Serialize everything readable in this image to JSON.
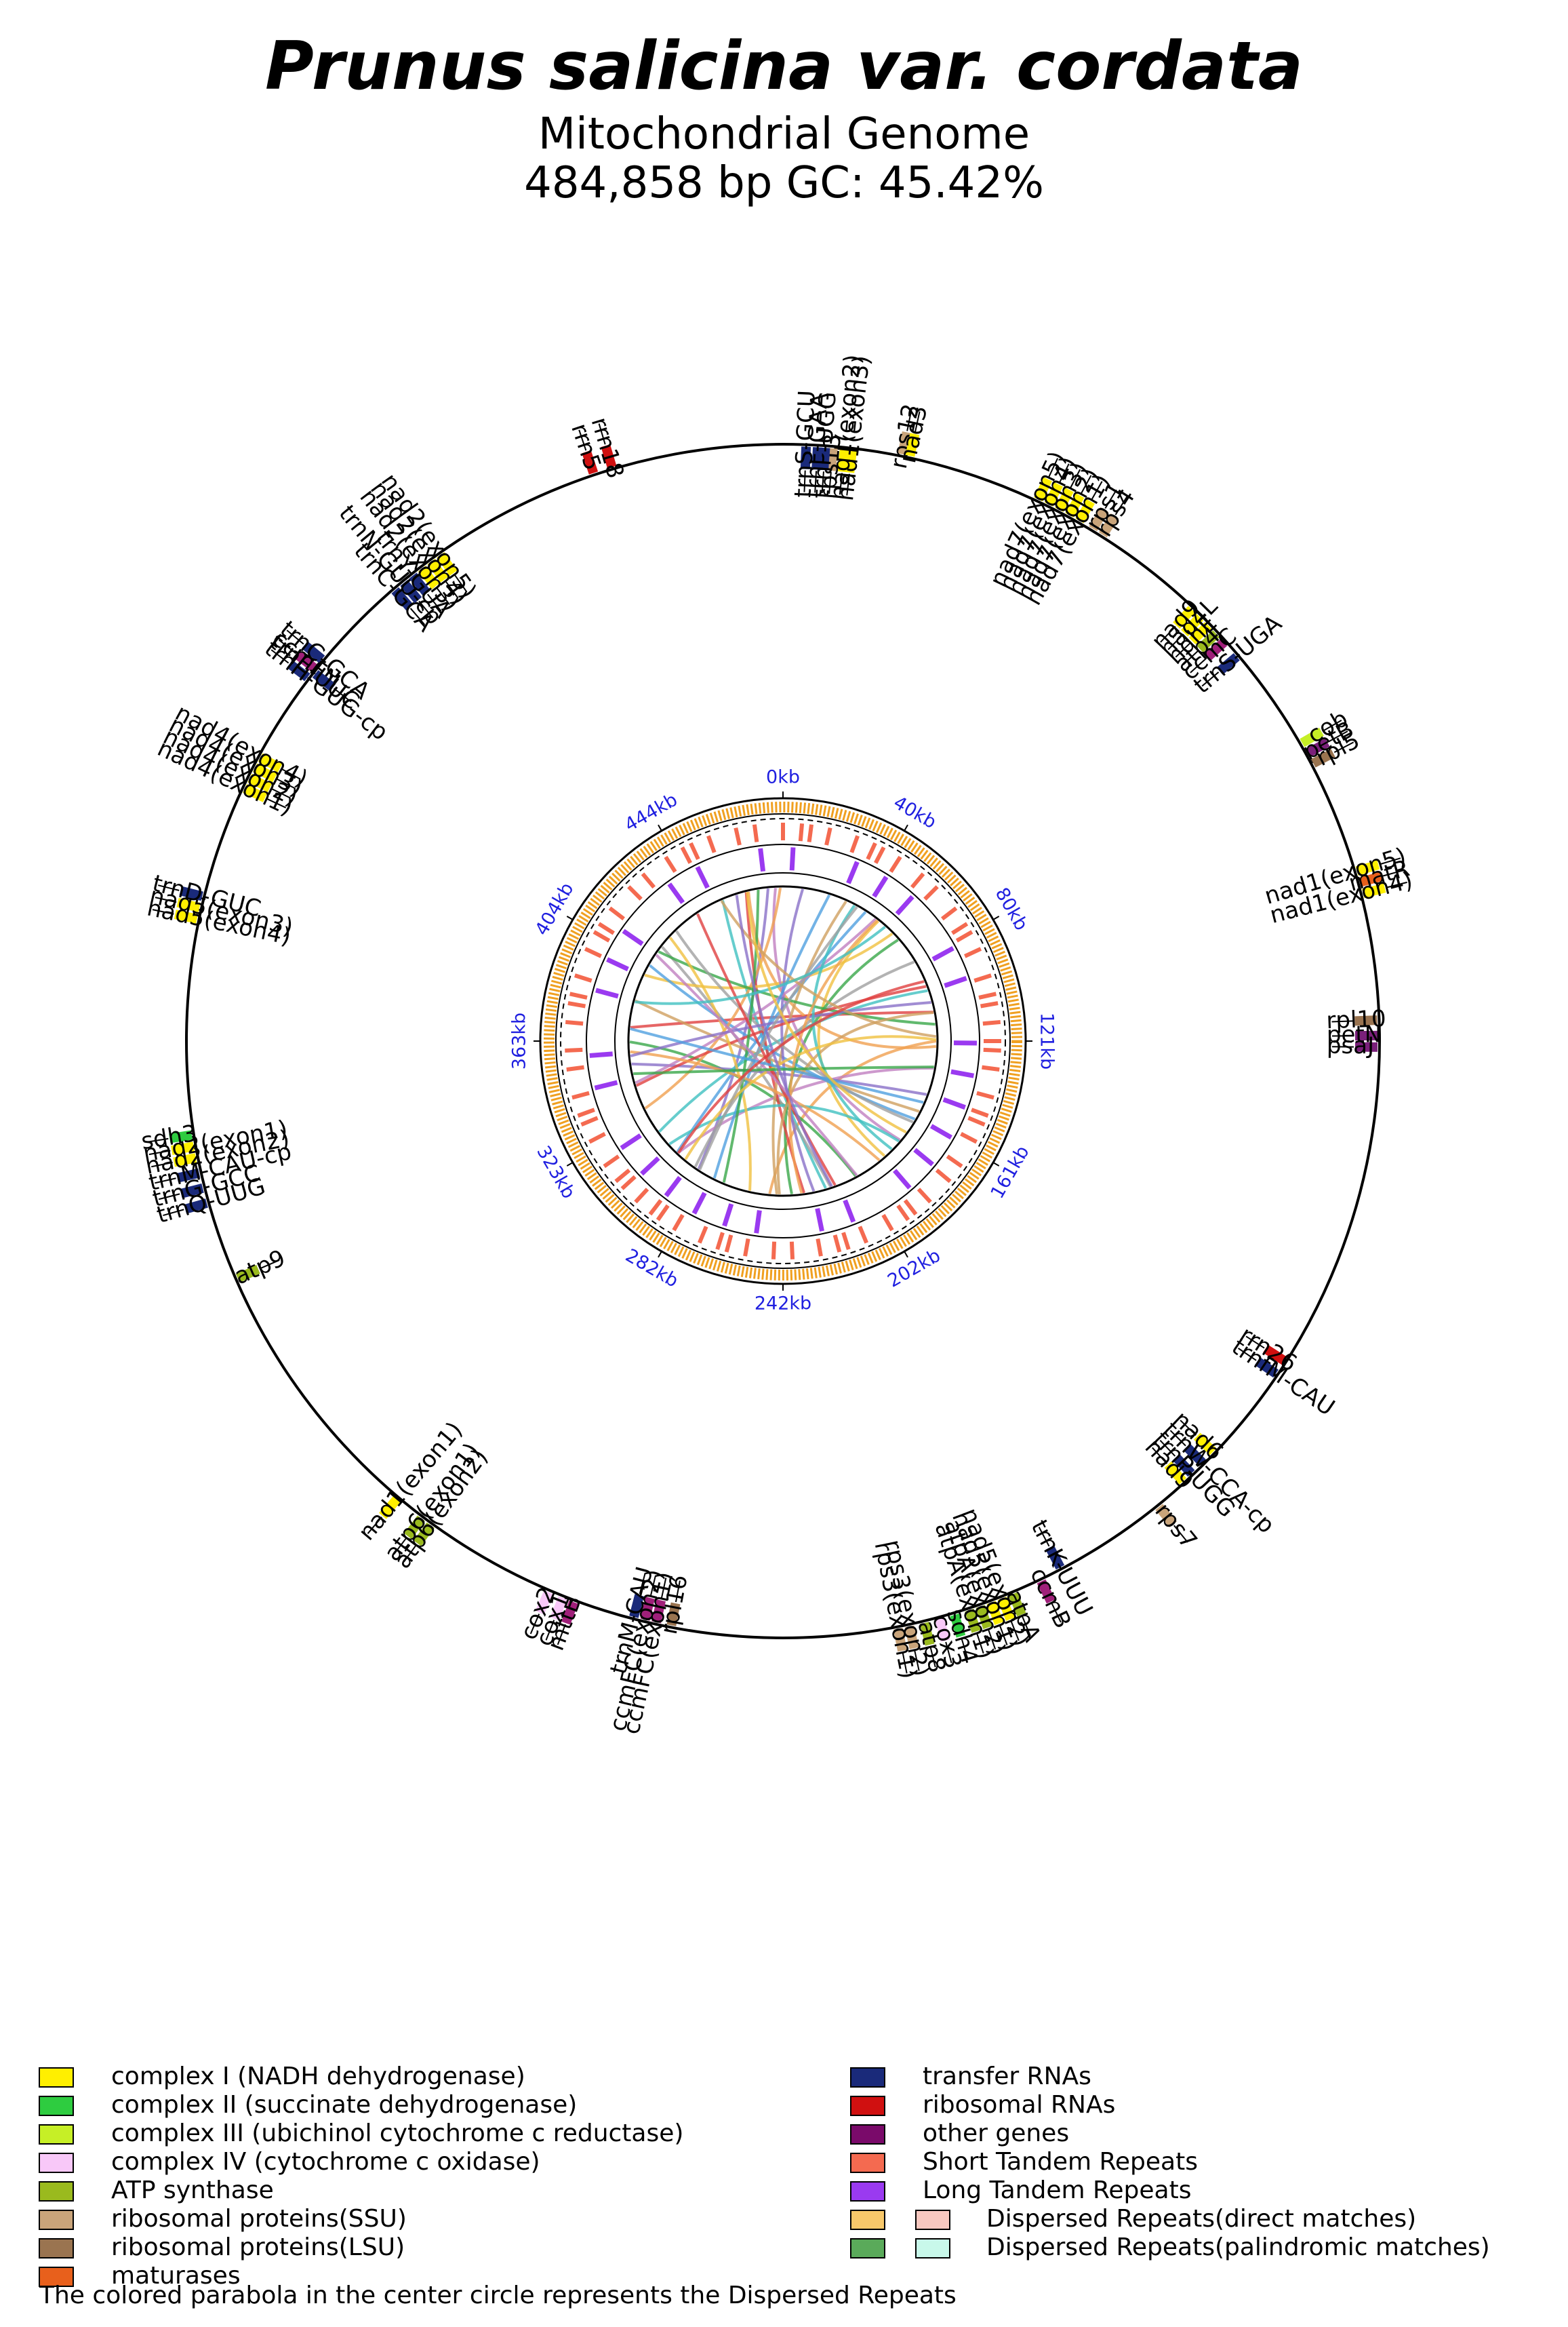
{
  "title": "Prunus salicina var. cordata",
  "subtitle": "Mitochondrial Genome",
  "stats": "484,858 bp  GC: 45.42%",
  "genome_length": 484858,
  "ticks": [
    "0kb",
    "40kb",
    "80kb",
    "121kb",
    "161kb",
    "202kb",
    "242kb",
    "282kb",
    "323kb",
    "363kb",
    "404kb",
    "444kb"
  ],
  "genes": [
    {
      "name": "nad1(exon3)",
      "pos": 9000,
      "side": "out",
      "color": "#ffef00"
    },
    {
      "name": "nad1(exon2)",
      "pos": 8000,
      "side": "out",
      "color": "#ffef00"
    },
    {
      "name": "rps13",
      "pos": 6500,
      "side": "out",
      "color": "#c9a47a"
    },
    {
      "name": "trnP-UGG",
      "pos": 5500,
      "side": "out",
      "color": "#1a2a7a"
    },
    {
      "name": "trnF-GAA",
      "pos": 4500,
      "side": "out",
      "color": "#1a2a7a"
    },
    {
      "name": "trnS-GCU",
      "pos": 3000,
      "side": "out",
      "color": "#1a2a7a"
    },
    {
      "name": "rps12",
      "pos": 15500,
      "side": "in",
      "color": "#c9a47a"
    },
    {
      "name": "nad3",
      "pos": 16500,
      "side": "in",
      "color": "#ffef00"
    },
    {
      "name": "nad7(exon5)",
      "pos": 34000,
      "side": "in",
      "color": "#ffef00"
    },
    {
      "name": "nad7(exon4)",
      "pos": 35500,
      "side": "in",
      "color": "#ffef00"
    },
    {
      "name": "nad7(exon3)",
      "pos": 37000,
      "side": "in",
      "color": "#ffef00"
    },
    {
      "name": "nad7(exon2)",
      "pos": 38500,
      "side": "in",
      "color": "#ffef00"
    },
    {
      "name": "nad7(exon1)",
      "pos": 40000,
      "side": "in",
      "color": "#ffef00"
    },
    {
      "name": "rps1",
      "pos": 42000,
      "side": "in",
      "color": "#c9a47a"
    },
    {
      "name": "rps4",
      "pos": 43500,
      "side": "in",
      "color": "#c9a47a"
    },
    {
      "name": "nad9",
      "pos": 58500,
      "side": "out",
      "color": "#ffef00"
    },
    {
      "name": "nad4L",
      "pos": 60000,
      "side": "out",
      "color": "#ffef00"
    },
    {
      "name": "ndhE",
      "pos": 61500,
      "side": "out",
      "color": "#ffef00"
    },
    {
      "name": "atp4",
      "pos": 63000,
      "side": "out",
      "color": "#9aba1e"
    },
    {
      "name": "ccmC",
      "pos": 64500,
      "side": "out",
      "color": "#a0207a"
    },
    {
      "name": "trnS-UGA",
      "pos": 67000,
      "side": "out",
      "color": "#1a2a7a"
    },
    {
      "name": "cob",
      "pos": 81000,
      "side": "in",
      "color": "#c6ef26"
    },
    {
      "name": "petB",
      "pos": 82500,
      "side": "in",
      "color": "#7a207a"
    },
    {
      "name": "rpl5",
      "pos": 84000,
      "side": "in",
      "color": "#9a7450"
    },
    {
      "name": "nad1(exon5)",
      "pos": 99000,
      "side": "in",
      "color": "#ffef00"
    },
    {
      "name": "matR",
      "pos": 100500,
      "side": "in",
      "color": "#e8601c"
    },
    {
      "name": "nad1(exon4)",
      "pos": 102000,
      "side": "in",
      "color": "#ffef00"
    },
    {
      "name": "rpl10",
      "pos": 118500,
      "side": "out",
      "color": "#9a7450"
    },
    {
      "name": "petN",
      "pos": 120500,
      "side": "out",
      "color": "#7a207a"
    },
    {
      "name": "psaJ",
      "pos": 122000,
      "side": "out",
      "color": "#7a207a"
    },
    {
      "name": "rrn26",
      "pos": 165000,
      "side": "out",
      "color": "#d01010"
    },
    {
      "name": "trnfM-CAU",
      "pos": 167000,
      "side": "out",
      "color": "#1a2a7a"
    },
    {
      "name": "nad6",
      "pos": 180000,
      "side": "out",
      "color": "#ffef00"
    },
    {
      "name": "trnW-CCA-cp",
      "pos": 182000,
      "side": "out",
      "color": "#1a2a7a"
    },
    {
      "name": "trnP-UGG",
      "pos": 184000,
      "side": "out",
      "color": "#1a2a7a"
    },
    {
      "name": "nad9",
      "pos": 185500,
      "side": "out",
      "color": "#ffef00"
    },
    {
      "name": "rps7",
      "pos": 190000,
      "side": "in",
      "color": "#c9a47a"
    },
    {
      "name": "trnK-UUU",
      "pos": 205000,
      "side": "out",
      "color": "#1a2a7a"
    },
    {
      "name": "ccmB",
      "pos": 208000,
      "side": "in",
      "color": "#a0207a"
    },
    {
      "name": "atpA",
      "pos": 212000,
      "side": "in",
      "color": "#9aba1e"
    },
    {
      "name": "nad5(exon2)",
      "pos": 213500,
      "side": "in",
      "color": "#ffef00"
    },
    {
      "name": "nad5(exon1)",
      "pos": 215000,
      "side": "in",
      "color": "#ffef00"
    },
    {
      "name": "atpA(exon2)",
      "pos": 216500,
      "side": "in",
      "color": "#9aba1e"
    },
    {
      "name": "atpA(exon1)",
      "pos": 218000,
      "side": "in",
      "color": "#9aba1e"
    },
    {
      "name": "sdh4",
      "pos": 220000,
      "side": "in",
      "color": "#2ecc40"
    },
    {
      "name": "cox3",
      "pos": 222000,
      "side": "in",
      "color": "#f8c8f8"
    },
    {
      "name": "atp8",
      "pos": 224000,
      "side": "in",
      "color": "#9aba1e"
    },
    {
      "name": "rps3(exon2)",
      "pos": 226000,
      "side": "in",
      "color": "#c9a47a"
    },
    {
      "name": "rps3(exon1)",
      "pos": 227500,
      "side": "in",
      "color": "#c9a47a"
    },
    {
      "name": "rpl16",
      "pos": 257000,
      "side": "out",
      "color": "#9a7450"
    },
    {
      "name": "ccmFC(exon1)",
      "pos": 259000,
      "side": "out",
      "color": "#a0207a"
    },
    {
      "name": "ccmFC(exon2)",
      "pos": 260500,
      "side": "out",
      "color": "#a0207a"
    },
    {
      "name": "trnM-CAU",
      "pos": 262000,
      "side": "out",
      "color": "#1a2a7a"
    },
    {
      "name": "mttB",
      "pos": 270000,
      "side": "in",
      "color": "#a0207a"
    },
    {
      "name": "cox1",
      "pos": 271500,
      "side": "in",
      "color": "#f8c8f8"
    },
    {
      "name": "cox2",
      "pos": 273500,
      "side": "in",
      "color": "#f8c8f8"
    },
    {
      "name": "atp6(exon2)",
      "pos": 291000,
      "side": "in",
      "color": "#9aba1e"
    },
    {
      "name": "atp6(exon1)",
      "pos": 292500,
      "side": "in",
      "color": "#9aba1e"
    },
    {
      "name": "nad1(exon1)",
      "pos": 296500,
      "side": "in",
      "color": "#ffef00"
    },
    {
      "name": "atp9",
      "pos": 332000,
      "side": "out",
      "color": "#9aba1e"
    },
    {
      "name": "trnQ-UUG",
      "pos": 342500,
      "side": "in",
      "color": "#1a2a7a"
    },
    {
      "name": "trnG-GCC",
      "pos": 344500,
      "side": "in",
      "color": "#1a2a7a"
    },
    {
      "name": "trnM-CAU-cp",
      "pos": 346500,
      "side": "in",
      "color": "#1a2a7a"
    },
    {
      "name": "nad2(exon2)",
      "pos": 348500,
      "side": "in",
      "color": "#ffef00"
    },
    {
      "name": "nad2(exon1)",
      "pos": 350000,
      "side": "in",
      "color": "#ffef00"
    },
    {
      "name": "sdh3",
      "pos": 351500,
      "side": "in",
      "color": "#2ecc40"
    },
    {
      "name": "nad5(exon4)",
      "pos": 379500,
      "side": "in",
      "color": "#ffef00"
    },
    {
      "name": "nad5(exon3)",
      "pos": 381000,
      "side": "in",
      "color": "#ffef00"
    },
    {
      "name": "trnD-GUC",
      "pos": 382500,
      "side": "in",
      "color": "#1a2a7a"
    },
    {
      "name": "nad4(exon1)",
      "pos": 397500,
      "side": "out",
      "color": "#ffef00"
    },
    {
      "name": "nad4(exon2)",
      "pos": 399000,
      "side": "out",
      "color": "#ffef00"
    },
    {
      "name": "nad4(exon3)",
      "pos": 400500,
      "side": "out",
      "color": "#ffef00"
    },
    {
      "name": "nad4(exon4)",
      "pos": 402000,
      "side": "out",
      "color": "#ffef00"
    },
    {
      "name": "trnH-GUG-cp",
      "pos": 414000,
      "side": "in",
      "color": "#1a2a7a"
    },
    {
      "name": "ccmFN",
      "pos": 415500,
      "side": "in",
      "color": "#a0207a"
    },
    {
      "name": "trnC-GCA",
      "pos": 417000,
      "side": "in",
      "color": "#1a2a7a"
    },
    {
      "name": "trnE-UUC",
      "pos": 415000,
      "side": "out",
      "color": "#1a2a7a"
    },
    {
      "name": "trnC-GCA",
      "pos": 430000,
      "side": "out",
      "color": "#1a2a7a"
    },
    {
      "name": "trnN-GUU-cp",
      "pos": 431500,
      "side": "out",
      "color": "#1a2a7a"
    },
    {
      "name": "trnY-GUA",
      "pos": 433000,
      "side": "out",
      "color": "#1a2a7a"
    },
    {
      "name": "nad2(exon3)",
      "pos": 434500,
      "side": "out",
      "color": "#ffef00"
    },
    {
      "name": "nad2(exon4)",
      "pos": 436000,
      "side": "out",
      "color": "#ffef00"
    },
    {
      "name": "nad2(exon5)",
      "pos": 437500,
      "side": "out",
      "color": "#ffef00"
    },
    {
      "name": "rrn5",
      "pos": 460000,
      "side": "in",
      "color": "#d01010"
    },
    {
      "name": "rrn18",
      "pos": 462500,
      "side": "in",
      "color": "#d01010"
    }
  ],
  "legend": {
    "left": [
      {
        "label": "complex I (NADH dehydrogenase)",
        "color": "#ffef00"
      },
      {
        "label": "complex II (succinate dehydrogenase)",
        "color": "#2ecc40"
      },
      {
        "label": "complex III (ubichinol cytochrome c reductase)",
        "color": "#c6ef26"
      },
      {
        "label": "complex IV (cytochrome c oxidase)",
        "color": "#f8c8f8"
      },
      {
        "label": "ATP synthase",
        "color": "#9aba1e"
      },
      {
        "label": "ribosomal proteins(SSU)",
        "color": "#c9a47a"
      },
      {
        "label": "ribosomal proteins(LSU)",
        "color": "#9a7450"
      },
      {
        "label": "maturases",
        "color": "#e8601c"
      }
    ],
    "right": [
      {
        "label": "transfer RNAs",
        "color": "#1a2a7a"
      },
      {
        "label": "ribosomal RNAs",
        "color": "#d01010"
      },
      {
        "label": "other genes",
        "color": "#7a0a6a"
      },
      {
        "label": "Short Tandem Repeats",
        "color": "#f46a50"
      },
      {
        "label": "Long Tandem Repeats",
        "color": "#9a3af0"
      },
      {
        "label": "Dispersed Repeats(direct matches)",
        "color": "#f8c86a",
        "color2": "#f8c8c0"
      },
      {
        "label": "Dispersed Repeats(palindromic matches)",
        "color": "#5aaa5a",
        "color2": "#c8f8ea"
      }
    ],
    "footnote": "The colored parabola in the center circle represents the Dispersed Repeats"
  }
}
